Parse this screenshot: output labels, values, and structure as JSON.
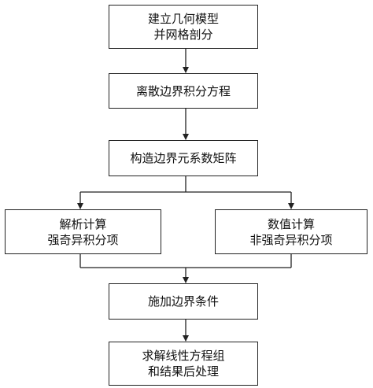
{
  "nodes": {
    "n1": {
      "lines": [
        "建立几何模型",
        "并网格剖分"
      ]
    },
    "n2": {
      "lines": [
        "离散边界积分方程"
      ]
    },
    "n3": {
      "lines": [
        "构造边界元系数矩阵"
      ]
    },
    "n4": {
      "lines": [
        "解析计算",
        "强奇异积分项"
      ]
    },
    "n5": {
      "lines": [
        "数值计算",
        "非强奇异积分项"
      ]
    },
    "n6": {
      "lines": [
        "施加边界条件"
      ]
    },
    "n7": {
      "lines": [
        "求解线性方程组",
        "和结果后处理"
      ]
    }
  },
  "edges": [
    {
      "from": "n1",
      "to": "n2"
    },
    {
      "from": "n2",
      "to": "n3"
    },
    {
      "from": "n3",
      "to": "n4"
    },
    {
      "from": "n3",
      "to": "n5"
    },
    {
      "from": "n4",
      "to": "n6"
    },
    {
      "from": "n5",
      "to": "n6"
    },
    {
      "from": "n6",
      "to": "n7"
    }
  ],
  "colors": {
    "stroke": "#222222",
    "fill": "#ffffff"
  }
}
